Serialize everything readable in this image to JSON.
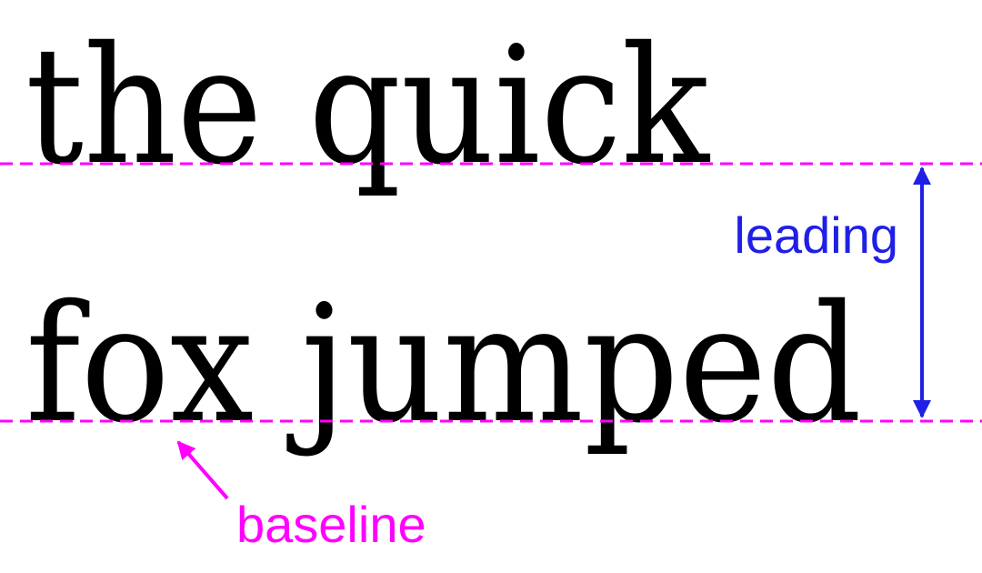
{
  "text_lines": [
    "the quick",
    "fox jumped"
  ],
  "labels": {
    "leading": "leading",
    "baseline": "baseline"
  },
  "colors": {
    "text": "#000000",
    "baseline": "#ff00ff",
    "leading": "#1f1fe6",
    "background": "#ffffff"
  }
}
